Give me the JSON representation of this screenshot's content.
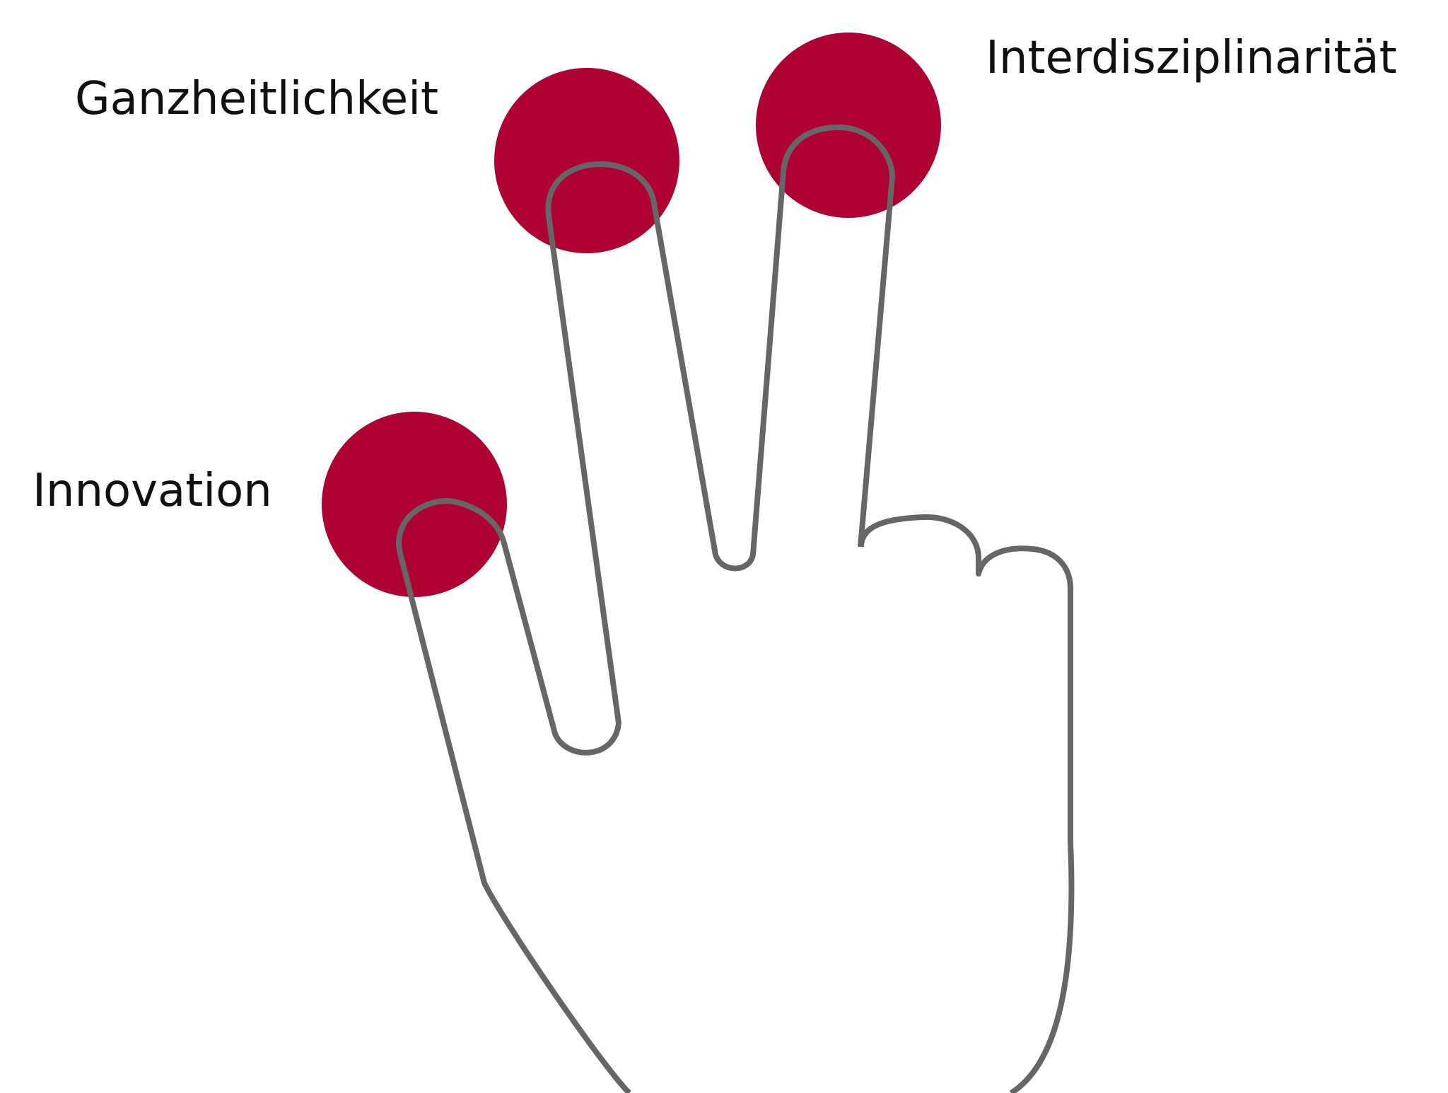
{
  "labels": {
    "ganzheitlichkeit": "Ganzheitlichkeit",
    "interdisziplinaritaet": "Interdisziplinarität",
    "innovation": "Innovation"
  },
  "colors": {
    "dot": "#AE0033",
    "outline": "#666666",
    "text": "#111111",
    "background": "#FFFFFF"
  },
  "icons": {
    "hand": "hand-outline-icon",
    "fingertip": "circle-dot-icon"
  }
}
